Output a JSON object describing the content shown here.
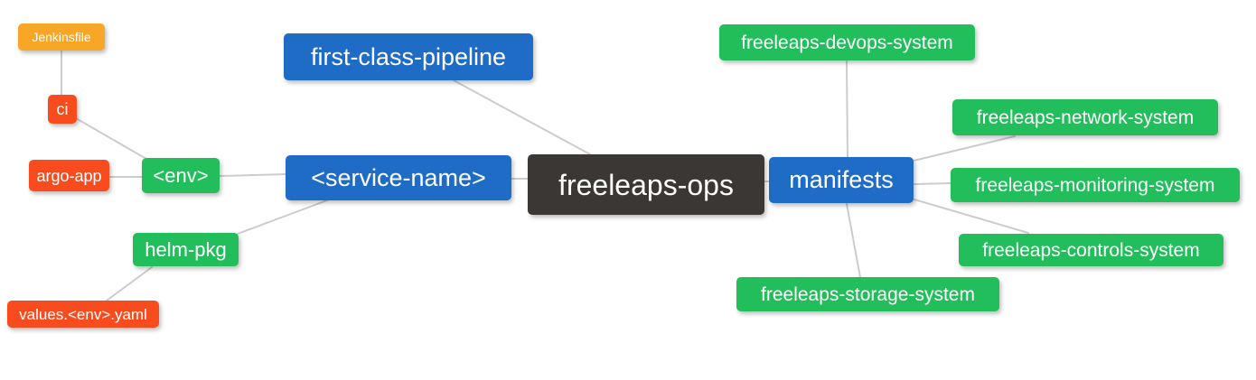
{
  "palette": {
    "background": "#FFFFFF",
    "root_bg": "#3B3735",
    "level1_bg": "#1E6CC6",
    "level2_bg": "#22BE5B",
    "level3_bg": "#F84C1E",
    "level4_bg": "#F8A625",
    "edge_color": "#CCCCCC",
    "text_color": "#FFFFFF"
  },
  "nodes": {
    "root": {
      "label": "freeleaps-ops"
    },
    "first_class_pipeline": {
      "label": "first-class-pipeline"
    },
    "service_name": {
      "label": "<service-name>"
    },
    "manifests": {
      "label": "manifests"
    },
    "env": {
      "label": "<env>"
    },
    "helm_pkg": {
      "label": "helm-pkg"
    },
    "ci": {
      "label": "ci"
    },
    "argo_app": {
      "label": "argo-app"
    },
    "jenkinsfile": {
      "label": "Jenkinsfile"
    },
    "values_env_yaml": {
      "label": "values.<env>.yaml"
    },
    "devops_system": {
      "label": "freeleaps-devops-system"
    },
    "network_system": {
      "label": "freeleaps-network-system"
    },
    "monitoring_system": {
      "label": "freeleaps-monitoring-system"
    },
    "controls_system": {
      "label": "freeleaps-controls-system"
    },
    "storage_system": {
      "label": "freeleaps-storage-system"
    }
  }
}
